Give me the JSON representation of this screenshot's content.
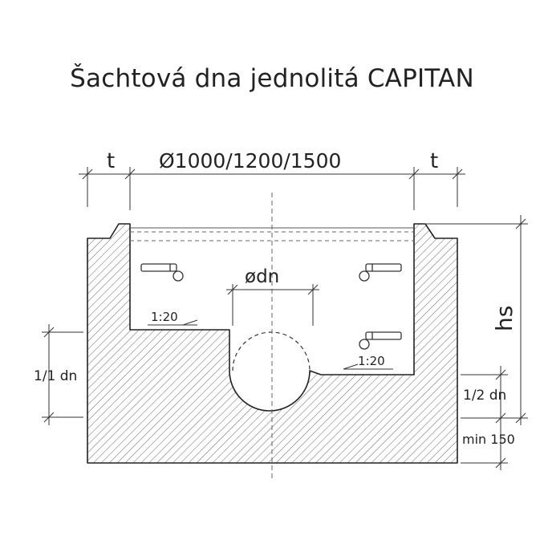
{
  "title": "Šachtová dna jednolitá CAPITAN",
  "labels": {
    "t_left": "t",
    "diameter": "Ø1000/1200/1500",
    "t_right": "t",
    "odn": "ødn",
    "hs": "hs",
    "slope_left": "1:20",
    "slope_right": "1:20",
    "full_dn": "1/1 dn",
    "half_dn": "1/2 dn",
    "min150": "min 150"
  }
}
